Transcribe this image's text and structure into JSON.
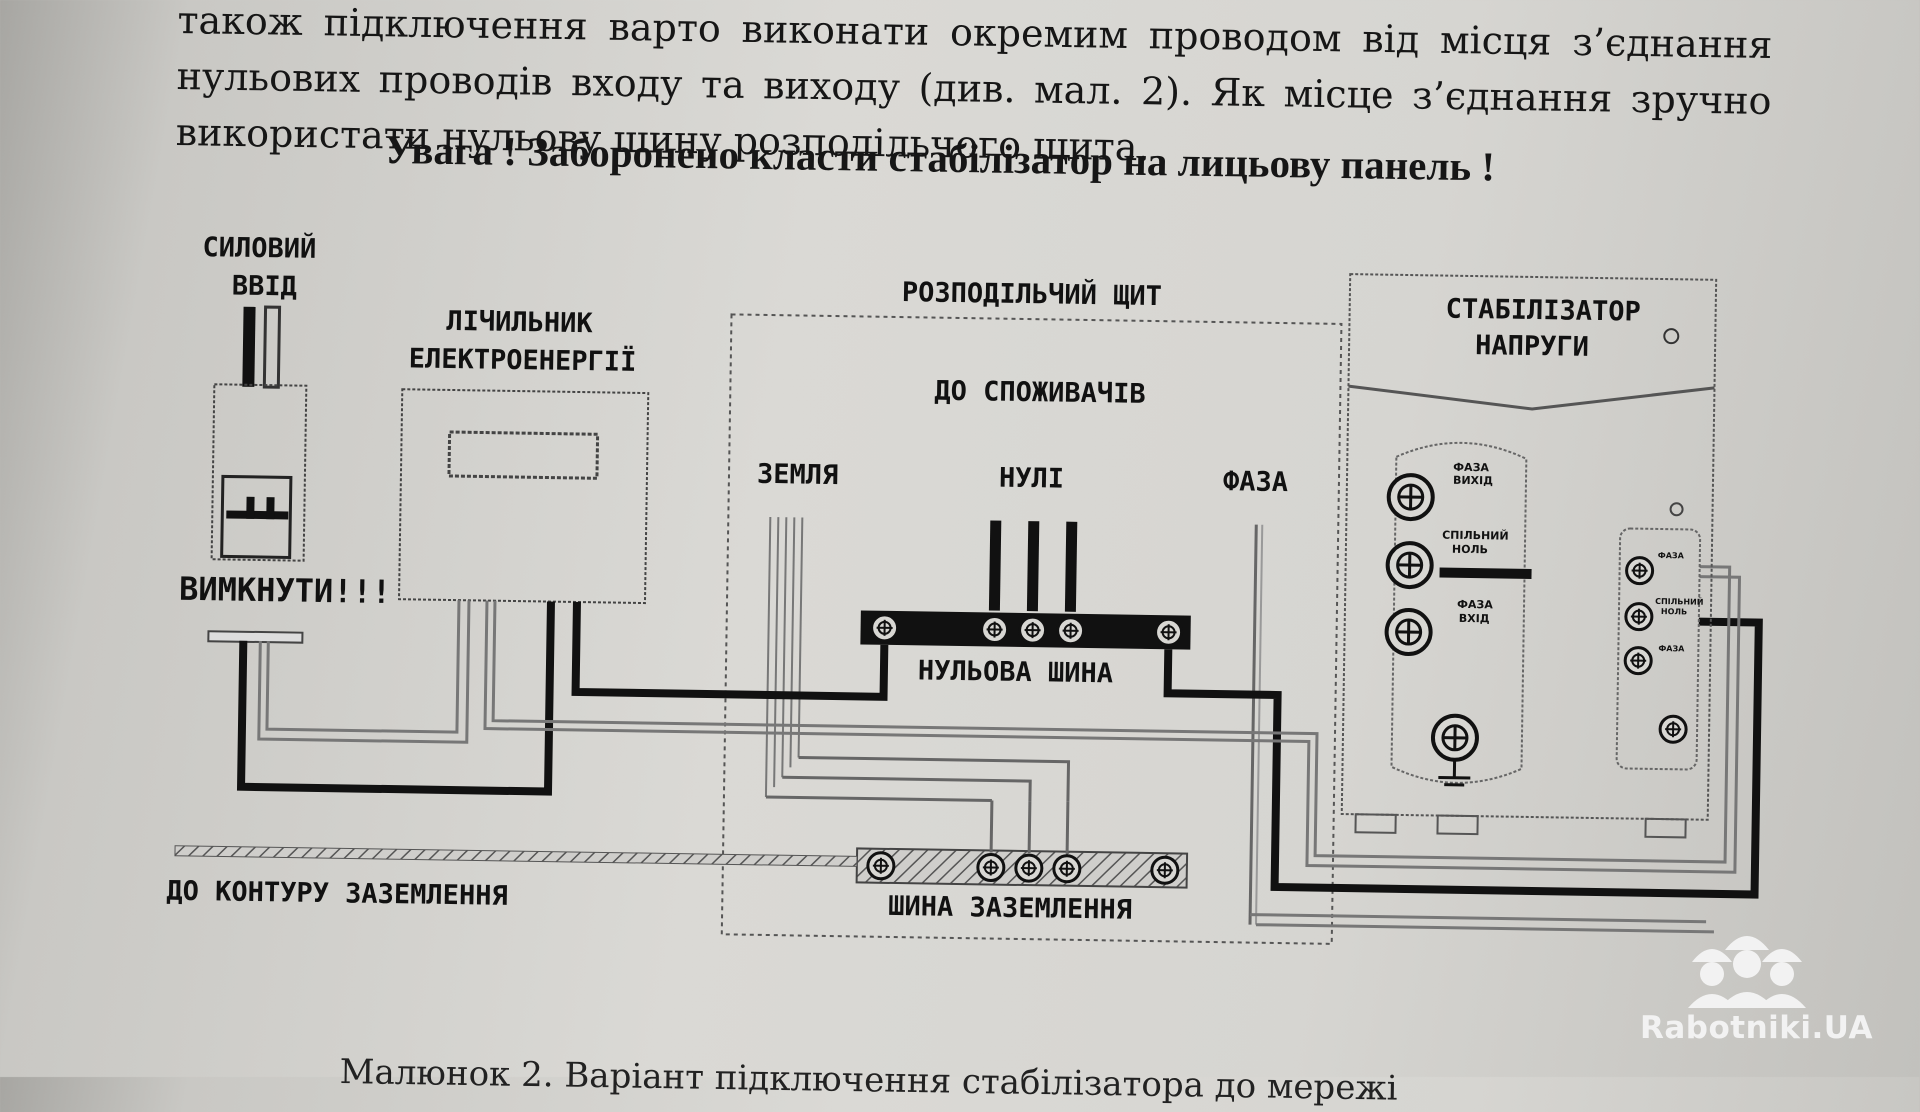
{
  "document": {
    "paragraph_lines": [
      "також підключення варто виконати окремим проводом від місця з’єднання",
      "нульових проводів входу та виходу (див. мал. 2). Як місце з’єднання зручно",
      "використати нульову шину розподільчого щита."
    ],
    "warning": "Увага ! Заборонено класти стабілізатор на лицьову панель !",
    "caption_partial": "Малюнок 2. Варіант підключення стабілізатора до мережі"
  },
  "diagram": {
    "labels": {
      "power_input_line1": "СИЛОВИЙ",
      "power_input_line2": "ВВІД",
      "switch_off": "ВИМКНУТИ!!!",
      "meter_line1": "ЛІЧИЛЬНИК",
      "meter_line2": "ЕЛЕКТРОЕНЕРГІЇ",
      "distribution_board": "РОЗПОДІЛЬЧИЙ ЩИТ",
      "to_consumers": "ДО СПОЖИВАЧІВ",
      "earth": "ЗЕМЛЯ",
      "neutrals": "НУЛІ",
      "phase": "ФАЗА",
      "neutral_bus": "НУЛЬОВА ШИНА",
      "earth_bus": "ШИНА ЗАЗЕМЛЕННЯ",
      "to_ground_loop": "ДО КОНТУРУ ЗАЗЕМЛЕННЯ",
      "stabilizer_line1": "СТАБІЛІЗАТОР",
      "stabilizer_line2": "НАПРУГИ",
      "terminal_phase_out_1": "ФАЗА",
      "terminal_phase_out_2": "ВИХІД",
      "terminal_common_neutral_1": "СПІЛЬНИЙ",
      "terminal_common_neutral_2": "НОЛЬ",
      "terminal_phase_in_1": "ФАЗА",
      "terminal_phase_in_2": "ВХІД",
      "small_phase_out": "ФАЗА",
      "small_common_neutral_1": "СПІЛЬНИЙ",
      "small_common_neutral_2": "НОЛЬ",
      "small_phase_in": "ФАЗА"
    }
  },
  "watermark": {
    "text": "Rabotniki.UA",
    "icon": "three-workers-helmet-icon"
  },
  "colors": {
    "ink": "#111111",
    "paper": "#d8d7d3",
    "watermark": "#f2f2f2"
  }
}
